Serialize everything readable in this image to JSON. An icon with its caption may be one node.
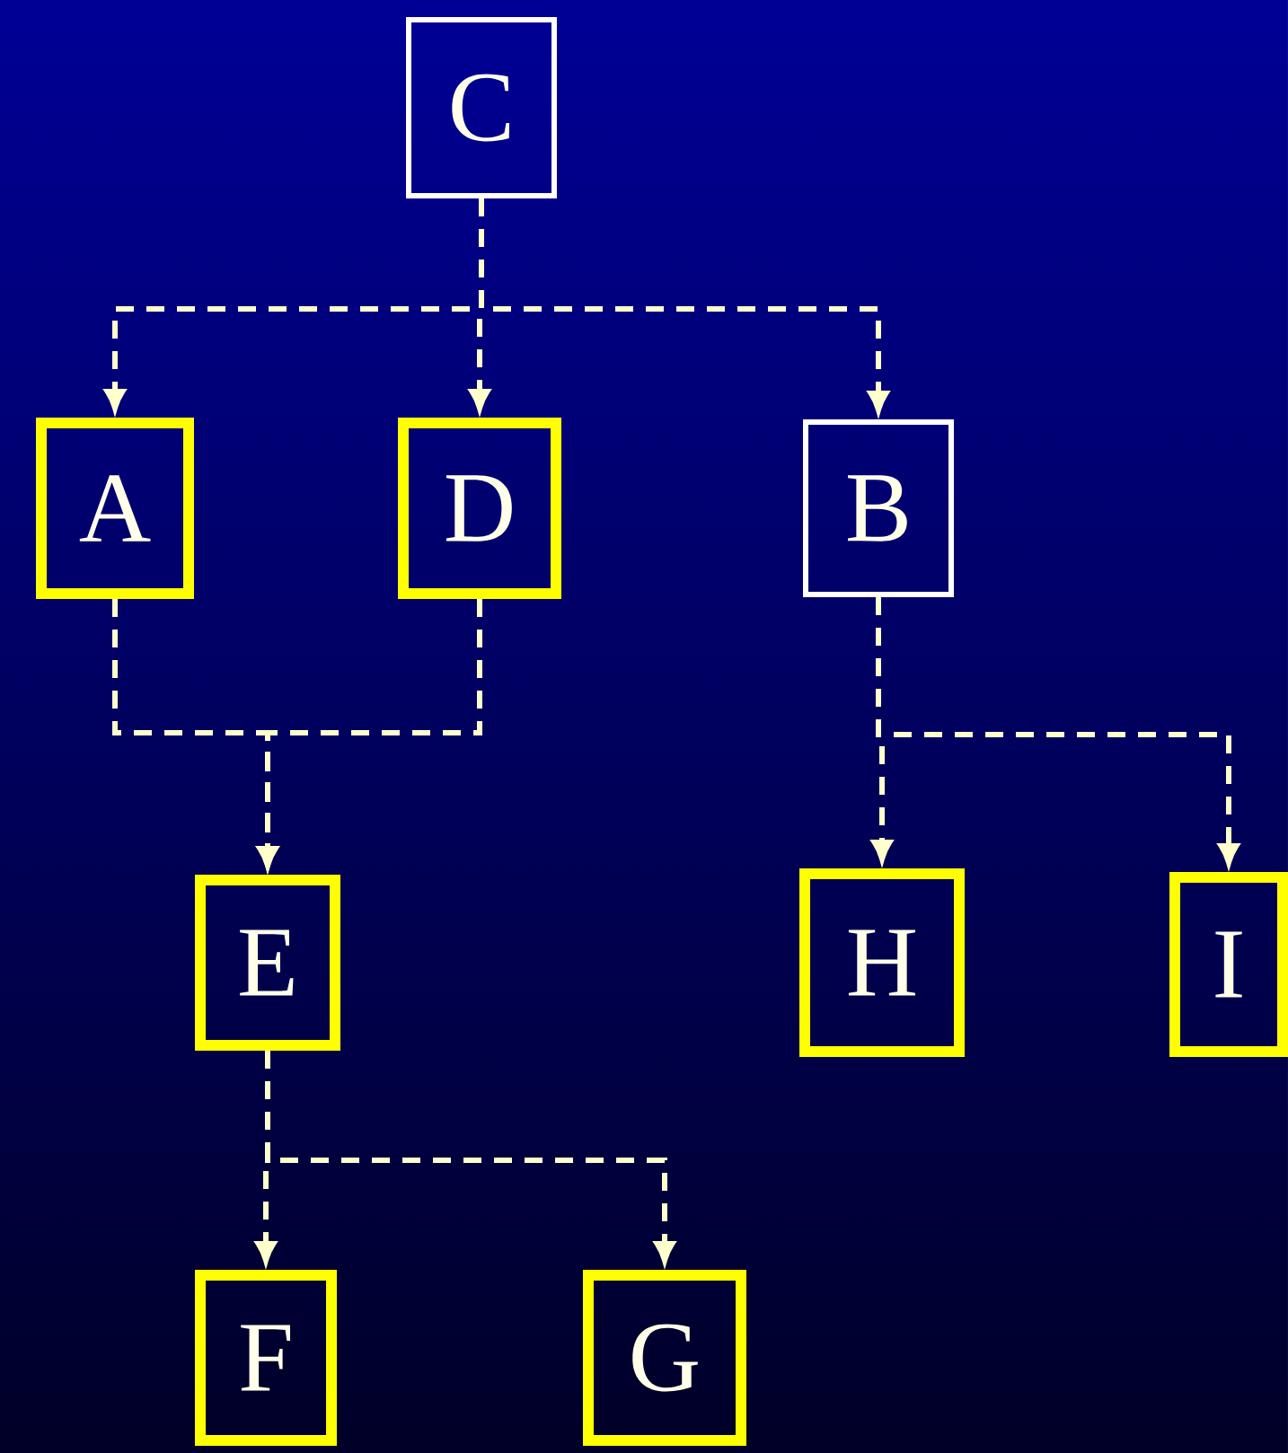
{
  "diagram": {
    "nodes": [
      {
        "text": [
          "C"
        ]
      },
      {
        "text": [
          "A"
        ]
      },
      {
        "text": [
          "D"
        ]
      },
      {
        "text": [
          "B"
        ]
      },
      {
        "text": [
          "E"
        ]
      },
      {
        "text": [
          "H"
        ]
      },
      {
        "text": [
          "I"
        ]
      },
      {
        "text": [
          "F"
        ]
      },
      {
        "text": [
          "G"
        ]
      }
    ],
    "edges": [
      {
        "from": 0,
        "to": 1,
        "arrow": "to",
        "style": "dashed"
      },
      {
        "from": 0,
        "to": 2,
        "arrow": "to",
        "style": "dashed"
      },
      {
        "from": 0,
        "to": 3,
        "arrow": "to",
        "style": "dashed"
      },
      {
        "from": 1,
        "to": 4,
        "arrow": "to",
        "style": "dashed"
      },
      {
        "from": 2,
        "to": 4,
        "arrow": "to",
        "style": "dashed"
      },
      {
        "from": 3,
        "to": 5,
        "arrow": "to",
        "style": "dashed"
      },
      {
        "from": 3,
        "to": 6,
        "arrow": "to",
        "style": "dashed"
      },
      {
        "from": 4,
        "to": 7,
        "arrow": "to",
        "style": "dashed"
      },
      {
        "from": 4,
        "to": 8,
        "arrow": "to",
        "style": "dashed"
      }
    ]
  }
}
